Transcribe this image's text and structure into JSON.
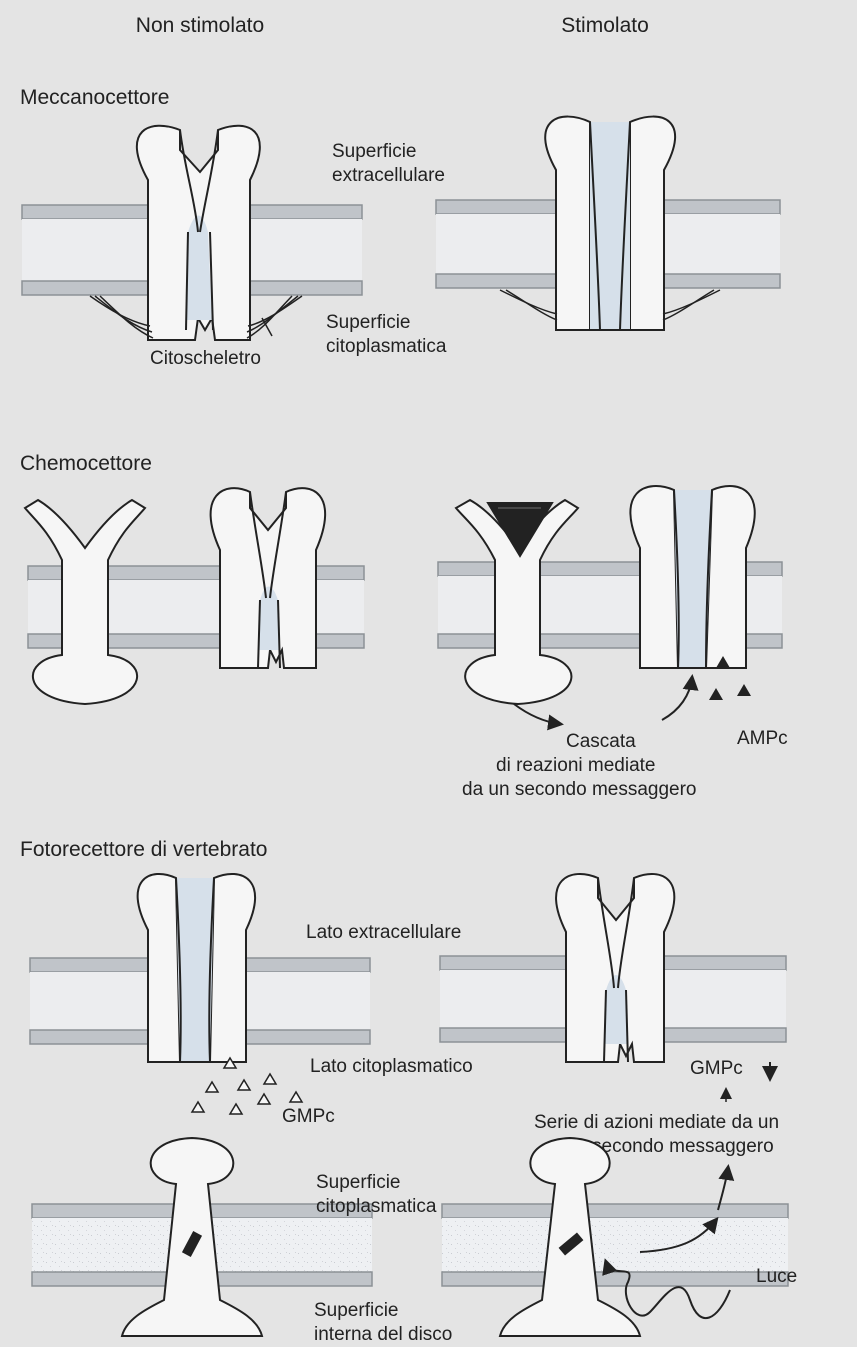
{
  "columns": {
    "left": "Non stimolato",
    "right": "Stimolato"
  },
  "mechanoreceptor": {
    "title": "Meccanocettore",
    "extracellular": [
      "Superficie",
      "extracellulare"
    ],
    "cytoplasmic": [
      "Superficie",
      "citoplasmatica"
    ],
    "cytoskeleton": "Citoscheletro"
  },
  "chemoreceptor": {
    "title": "Chemocettore",
    "cascade": [
      "Cascata",
      "di reazioni mediate",
      "da un secondo messaggero"
    ],
    "camp": "AMPc"
  },
  "photoreceptor": {
    "title": "Fotorecettore di vertebrato",
    "extracellular_side": "Lato extracellulare",
    "cytoplasmic_side": "Lato citoplasmatico",
    "cgmp": "GMPc",
    "cgmp_down": "GMPc",
    "series": [
      "Serie di azioni mediate da un",
      "secondo messaggero"
    ],
    "cytoplasmic_surface": [
      "Superficie",
      "citoplasmatica"
    ],
    "inner_disc": [
      "Superficie",
      "interna del disco"
    ],
    "light": "Luce"
  }
}
